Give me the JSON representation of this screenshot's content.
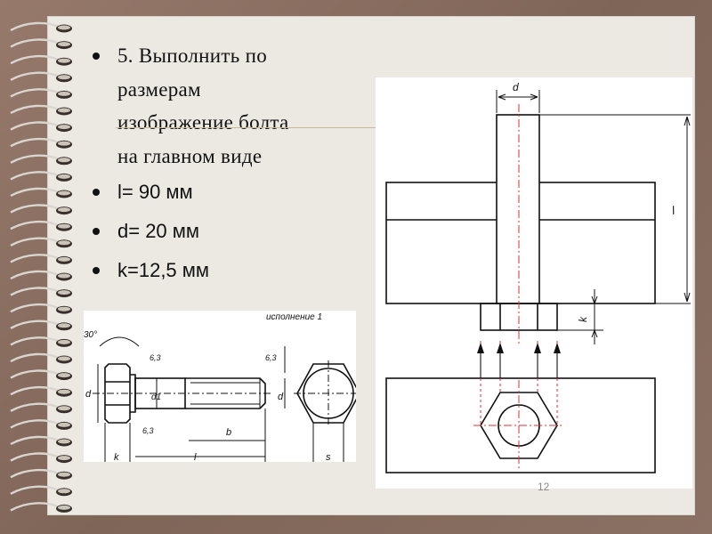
{
  "task": {
    "line1": "5. Выполнить  по",
    "line2": "размерам",
    "line3": "изображение  болта",
    "line4": "на  главном  виде"
  },
  "params": [
    {
      "text": "l= 90 мм"
    },
    {
      "text": "d= 20 мм"
    },
    {
      "text": "k=12,5  мм"
    }
  ],
  "reference": {
    "title": "исполнение 1",
    "labels": {
      "angle": "30°",
      "d": "d",
      "d1": "d1",
      "b": "b",
      "l": "l",
      "k": "k",
      "s": "s",
      "r1": "6,3",
      "r2": "6,3",
      "r3": "6,3"
    }
  },
  "drawing": {
    "labels": {
      "d": "d",
      "l": "l",
      "k": "k"
    }
  },
  "slide_number": "12",
  "colors": {
    "border": "#8a6f62",
    "paper": "#ece9e3",
    "axis": "#e03030",
    "line": "#111111"
  }
}
